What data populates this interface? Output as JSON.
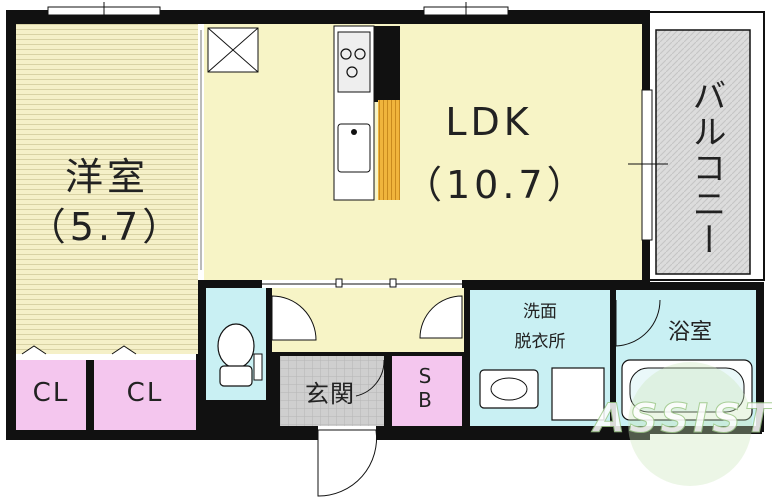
{
  "rooms": {
    "western_room": {
      "name": "洋室",
      "size": "（5.7）"
    },
    "ldk": {
      "name": "LDK",
      "size": "（10.7）"
    },
    "balcony": {
      "name": "バルコニー"
    },
    "closet_1": {
      "name": "CL"
    },
    "closet_2": {
      "name": "CL"
    },
    "entrance": {
      "name": "玄関"
    },
    "shoe_box": {
      "name": "SB"
    },
    "washroom": {
      "name_line1": "洗面",
      "name_line2": "脱衣所"
    },
    "bathroom": {
      "name": "浴室"
    }
  },
  "watermark": {
    "text": "ASSIST"
  },
  "colors": {
    "western_room_floor": "#f5f0c8",
    "ldk_floor": "#f7f4c6",
    "wet_area": "#c9f0f3",
    "closet": "#f4c6ee",
    "entrance_floor": "#cfcfcf",
    "wall": "#111111",
    "kitchen_wood": "#f0b43c",
    "balcony": "#d9d9d9"
  }
}
